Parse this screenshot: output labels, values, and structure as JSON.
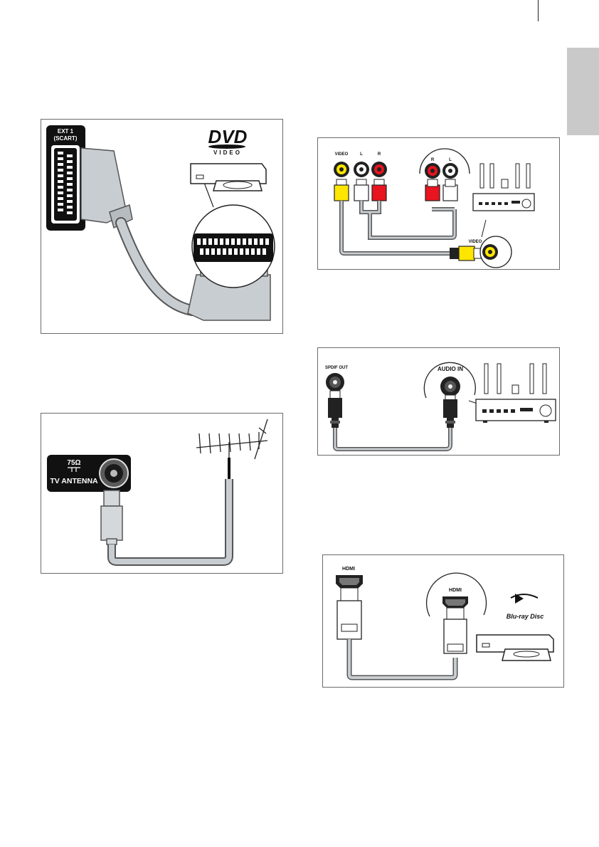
{
  "scart_figure": {
    "port_label_line1": "EXT 1",
    "port_label_line2": "(SCART)",
    "logo_main": "DVD",
    "logo_sub": "VIDEO"
  },
  "antenna_figure": {
    "impedance_label": "75Ω",
    "port_label": "TV  ANTENNA"
  },
  "composite_figure": {
    "video_label": "VIDEO",
    "left_label": "L",
    "right_label": "R",
    "receiver_r_label": "R",
    "receiver_l_label": "L",
    "receiver_video_label": "VIDEO"
  },
  "spdif_figure": {
    "out_label": "SPDIF OUT",
    "in_label": "AUDIO IN"
  },
  "hdmi_figure": {
    "tv_label": "HDMI",
    "device_label": "HDMI",
    "logo_text": "Blu-ray Disc"
  },
  "colors": {
    "cable_gray": "#c8cdd1",
    "panel_black": "#111111",
    "plug_yellow": "#ffe600",
    "plug_red": "#e8141f",
    "tab_gray": "#c9c9c9"
  }
}
